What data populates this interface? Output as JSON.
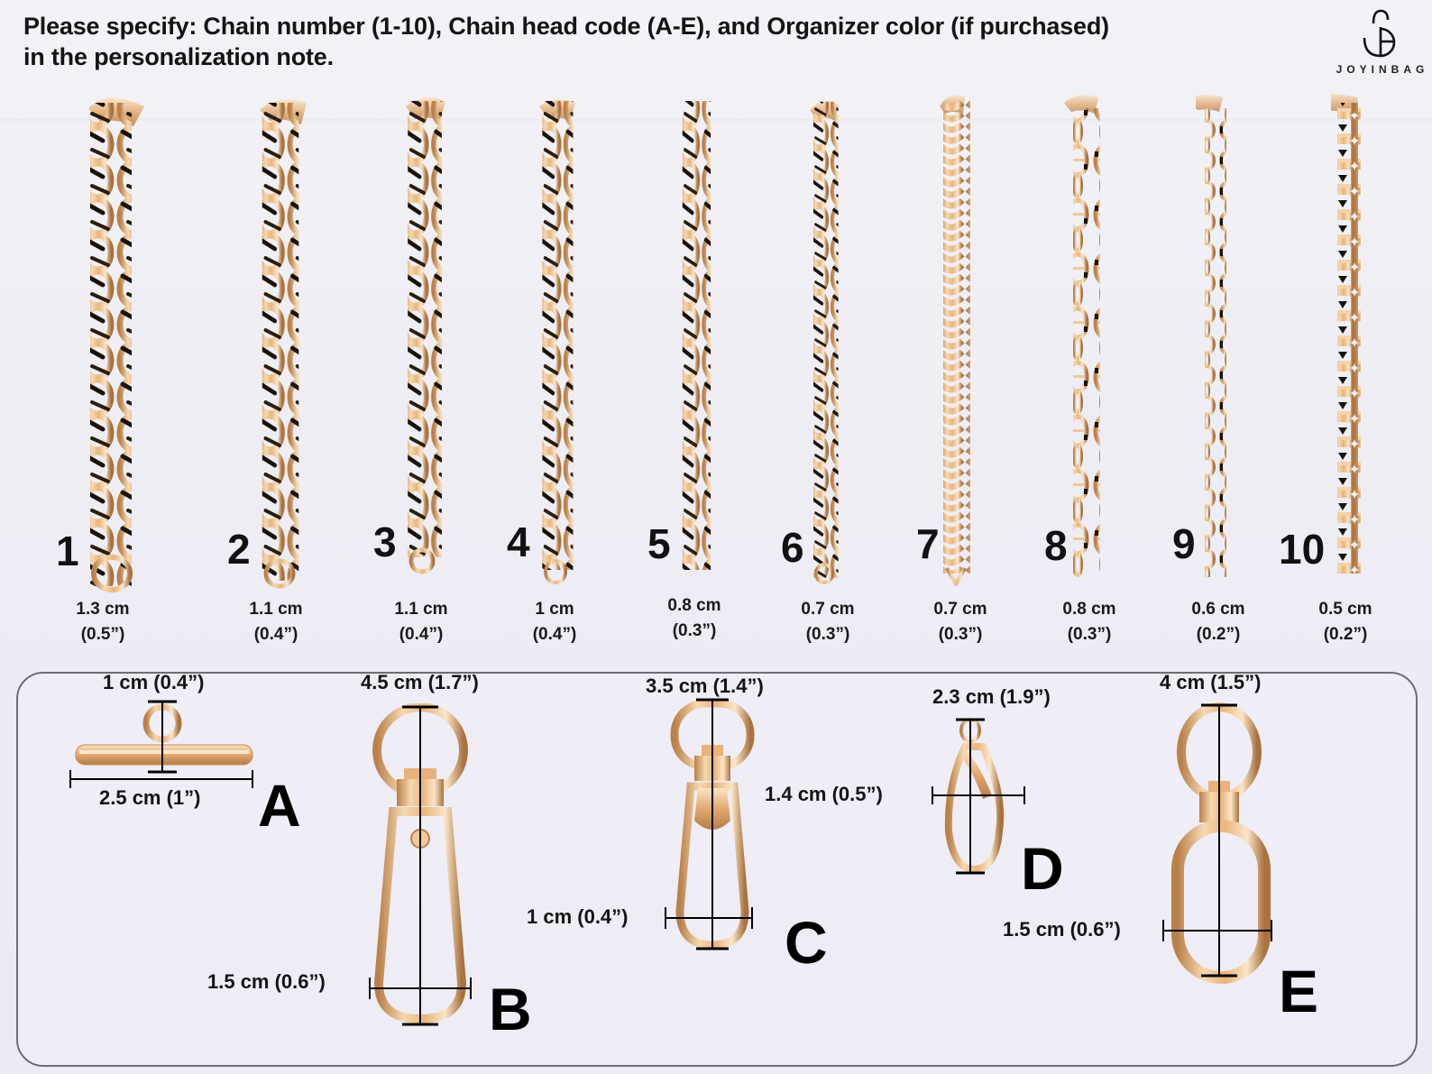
{
  "header": {
    "line1": "Please specify: Chain number (1-10), Chain head code (A-E), and Organizer color (if purchased)",
    "line2": "in the personalization note."
  },
  "logo": {
    "text": "JOYINBAG",
    "icon": "jb-monogram-icon"
  },
  "colors": {
    "background": "#eeedf4",
    "gold_light": "#f7d9b0",
    "gold_mid": "#e7b57c",
    "gold_dark": "#b9814a",
    "text": "#111111",
    "panel_border": "#6e6e72"
  },
  "chains": [
    {
      "number": "1",
      "size_cm": "1.3 cm",
      "size_in": "(0.5”)",
      "style": "curb"
    },
    {
      "number": "2",
      "size_cm": "1.1 cm",
      "size_in": "(0.4”)",
      "style": "curb"
    },
    {
      "number": "3",
      "size_cm": "1.1 cm",
      "size_in": "(0.4”)",
      "style": "curb"
    },
    {
      "number": "4",
      "size_cm": "1 cm",
      "size_in": "(0.4”)",
      "style": "curb"
    },
    {
      "number": "5",
      "size_cm": "0.8 cm",
      "size_in": "(0.3”)",
      "style": "curb"
    },
    {
      "number": "6",
      "size_cm": "0.7 cm",
      "size_in": "(0.3”)",
      "style": "curb"
    },
    {
      "number": "7",
      "size_cm": "0.7 cm",
      "size_in": "(0.3”)",
      "style": "wheat"
    },
    {
      "number": "8",
      "size_cm": "0.8 cm",
      "size_in": "(0.3”)",
      "style": "mariner"
    },
    {
      "number": "9",
      "size_cm": "0.6 cm",
      "size_in": "(0.2”)",
      "style": "cable"
    },
    {
      "number": "10",
      "size_cm": "0.5 cm",
      "size_in": "(0.2”)",
      "style": "box"
    }
  ],
  "chain_heads": {
    "A": {
      "code": "A",
      "type": "t-bar-toggle",
      "dim_top": "1 cm (0.4”)",
      "dim_width": "2.5 cm (1”)"
    },
    "B": {
      "code": "B",
      "type": "swivel-snap-hook-large",
      "dim_top": "4.5 cm (1.7”)",
      "dim_width": "1.5 cm (0.6”)"
    },
    "C": {
      "code": "C",
      "type": "swivel-snap-hook-small",
      "dim_top": "3.5 cm (1.4”)",
      "dim_width": "1 cm (0.4”)"
    },
    "D": {
      "code": "D",
      "type": "lobster-clasp",
      "dim_top": "2.3 cm (1.9”)",
      "dim_width": "1.4 cm (0.5”)"
    },
    "E": {
      "code": "E",
      "type": "swivel-spring-ring",
      "dim_top": "4 cm (1.5”)",
      "dim_width": "1.5 cm (0.6”)"
    }
  }
}
